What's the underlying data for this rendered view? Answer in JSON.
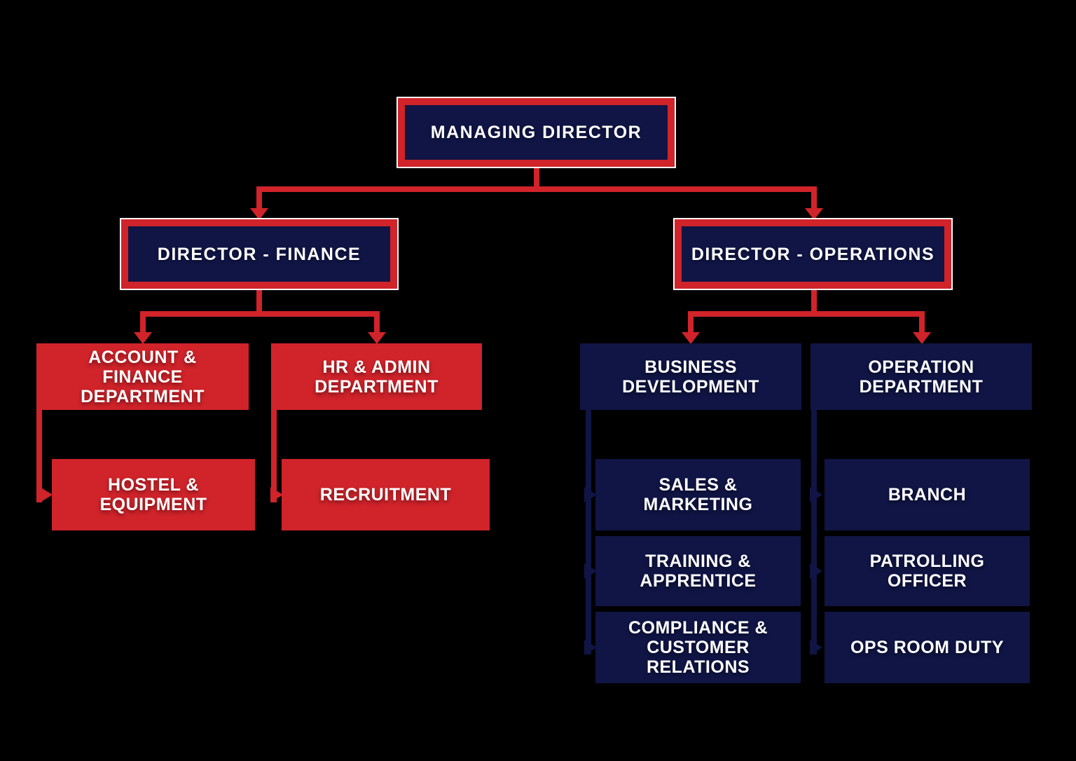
{
  "background": "#000000",
  "palette": {
    "red": "#d0232a",
    "navy": "#101545",
    "text_color": "#ffffff",
    "frame_outline": "#ffffff"
  },
  "nodes": {
    "managing_director": {
      "label": "MANAGING DIRECTOR"
    },
    "director_finance": {
      "label": "DIRECTOR - FINANCE"
    },
    "director_operations": {
      "label": "DIRECTOR - OPERATIONS"
    },
    "account_finance_department": {
      "label": "ACCOUNT &\nFINANCE\nDEPARTMENT"
    },
    "hr_admin_department": {
      "label": "HR & ADMIN\nDEPARTMENT"
    },
    "hostel_equipment": {
      "label": "HOSTEL &\nEQUIPMENT"
    },
    "recruitment": {
      "label": "RECRUITMENT"
    },
    "business_development": {
      "label": "BUSINESS\nDEVELOPMENT"
    },
    "operation_department": {
      "label": "OPERATION\nDEPARTMENT"
    },
    "sales_marketing": {
      "label": "SALES &\nMARKETING"
    },
    "training_apprentice": {
      "label": "TRAINING &\nAPPRENTICE"
    },
    "compliance_customer_relations": {
      "label": "COMPLIANCE &\nCUSTOMER\nRELATIONS"
    },
    "branch": {
      "label": "BRANCH"
    },
    "patrolling_officer": {
      "label": "PATROLLING\nOFFICER"
    },
    "ops_room_duty": {
      "label": "OPS ROOM DUTY"
    }
  },
  "hierarchy": [
    {
      "parent": "MANAGING DIRECTOR",
      "children": [
        "DIRECTOR - FINANCE",
        "DIRECTOR - OPERATIONS"
      ]
    },
    {
      "parent": "DIRECTOR - FINANCE",
      "children": [
        "ACCOUNT & FINANCE DEPARTMENT",
        "HR & ADMIN DEPARTMENT"
      ]
    },
    {
      "parent": "ACCOUNT & FINANCE DEPARTMENT",
      "children": [
        "HOSTEL & EQUIPMENT"
      ]
    },
    {
      "parent": "HR & ADMIN DEPARTMENT",
      "children": [
        "RECRUITMENT"
      ]
    },
    {
      "parent": "DIRECTOR - OPERATIONS",
      "children": [
        "BUSINESS DEVELOPMENT",
        "OPERATION DEPARTMENT"
      ]
    },
    {
      "parent": "BUSINESS DEVELOPMENT",
      "children": [
        "SALES & MARKETING",
        "TRAINING & APPRENTICE",
        "COMPLIANCE & CUSTOMER RELATIONS"
      ]
    },
    {
      "parent": "OPERATION DEPARTMENT",
      "children": [
        "BRANCH",
        "PATROLLING OFFICER",
        "OPS ROOM DUTY"
      ]
    }
  ]
}
